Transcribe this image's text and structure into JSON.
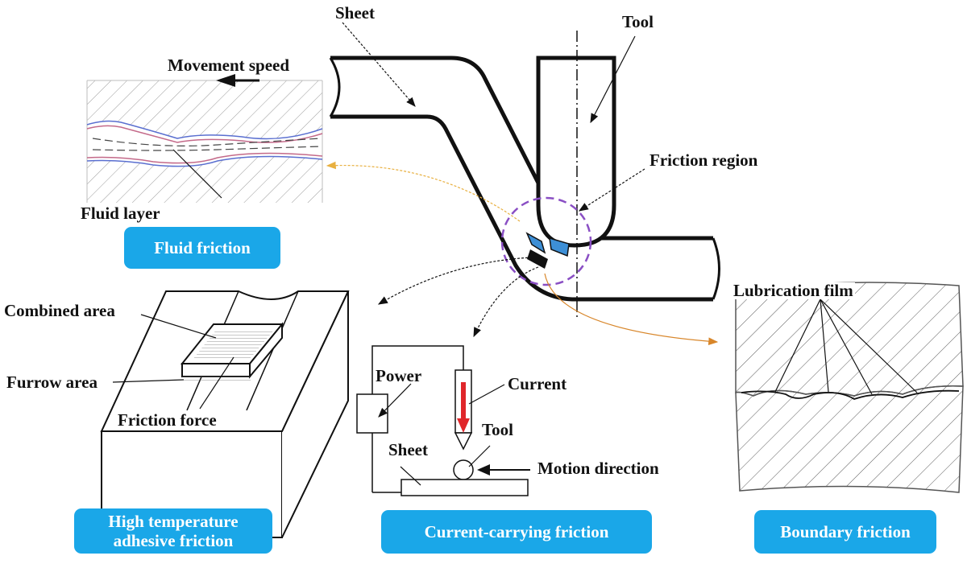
{
  "labels": {
    "sheet_top": "Sheet",
    "tool_top": "Tool",
    "movement_speed": "Movement speed",
    "friction_region": "Friction region",
    "fluid_layer": "Fluid layer",
    "combined_area": "Combined area",
    "furrow_area": "Furrow area",
    "friction_force": "Friction force",
    "power": "Power",
    "current": "Current",
    "tool_small": "Tool",
    "sheet_small": "Sheet",
    "motion_direction": "Motion direction",
    "lubrication_film": "Lubrication film"
  },
  "tags": {
    "fluid_friction": "Fluid friction",
    "high_temp_line1": "High temperature",
    "high_temp_line2": "adhesive friction",
    "current_carrying": "Current-carrying friction",
    "boundary": "Boundary friction"
  },
  "colors": {
    "tag_bg": "#1aa7e8",
    "friction_circle": "#8a4fc4",
    "current_arrow": "#e0262a",
    "contact_blue": "#3d8fd6",
    "fluid_pink": "#c46a8a",
    "fluid_blue": "#5a6fd0"
  }
}
